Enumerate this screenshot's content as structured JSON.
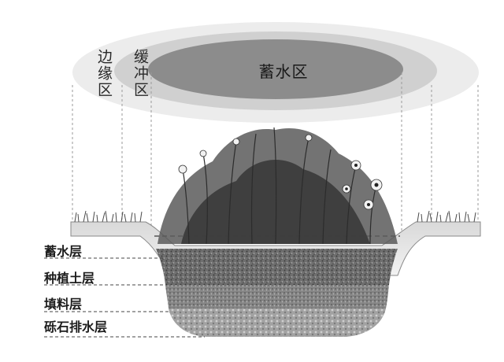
{
  "zones": {
    "edge": "边缘区",
    "buffer": "缓冲区",
    "storage": "蓄水区"
  },
  "layers": [
    "蓄水层",
    "种植土层",
    "填料层",
    "砾石排水层"
  ],
  "colors": {
    "outer_ring": "#ebebeb",
    "middle_ring": "#cfcfcf",
    "inner_ellipse": "#8c8c8c",
    "soil": "#6e6e6e",
    "gravel": "#9a9a9a",
    "vegetation": "#3a3a3a"
  }
}
